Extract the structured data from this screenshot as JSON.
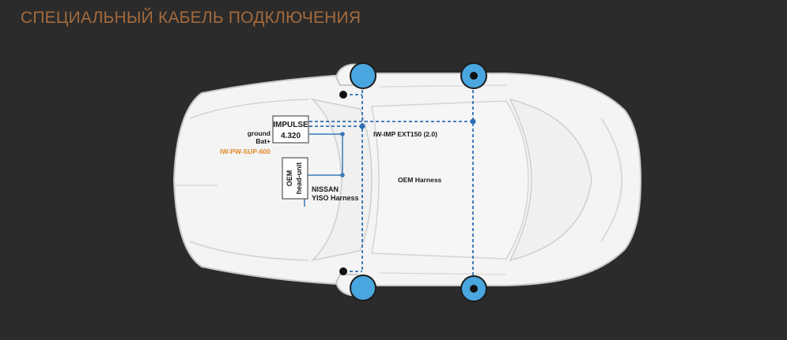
{
  "title": "СПЕЦИАЛЬНЫЙ КАБЕЛЬ ПОДКЛЮЧЕНИЯ",
  "labels": {
    "amp_line1": "IMPULSE",
    "amp_line2": "4.320",
    "ground": "ground",
    "bat": "Bat+",
    "power_kit": "IW-PW-SUP-600",
    "oem_line1": "OEM",
    "oem_line2": "head-unit",
    "nissan_line1": "NISSAN",
    "nissan_line2": "YISO Harness",
    "ext_cable": "IW-IMP EXT150 (2.0)",
    "oem_harness": "OEM Harness"
  },
  "colors": {
    "background": "#2b2b2b",
    "title": "#a56a3c",
    "accent_orange": "#e08a2a",
    "wire_blue": "#2f6fb3",
    "speaker_blue": "#4aa6de",
    "car_white": "#f4f4f4",
    "car_outline": "#c8c8c8"
  },
  "icons": [
    "speaker-icon",
    "tweeter-icon"
  ]
}
